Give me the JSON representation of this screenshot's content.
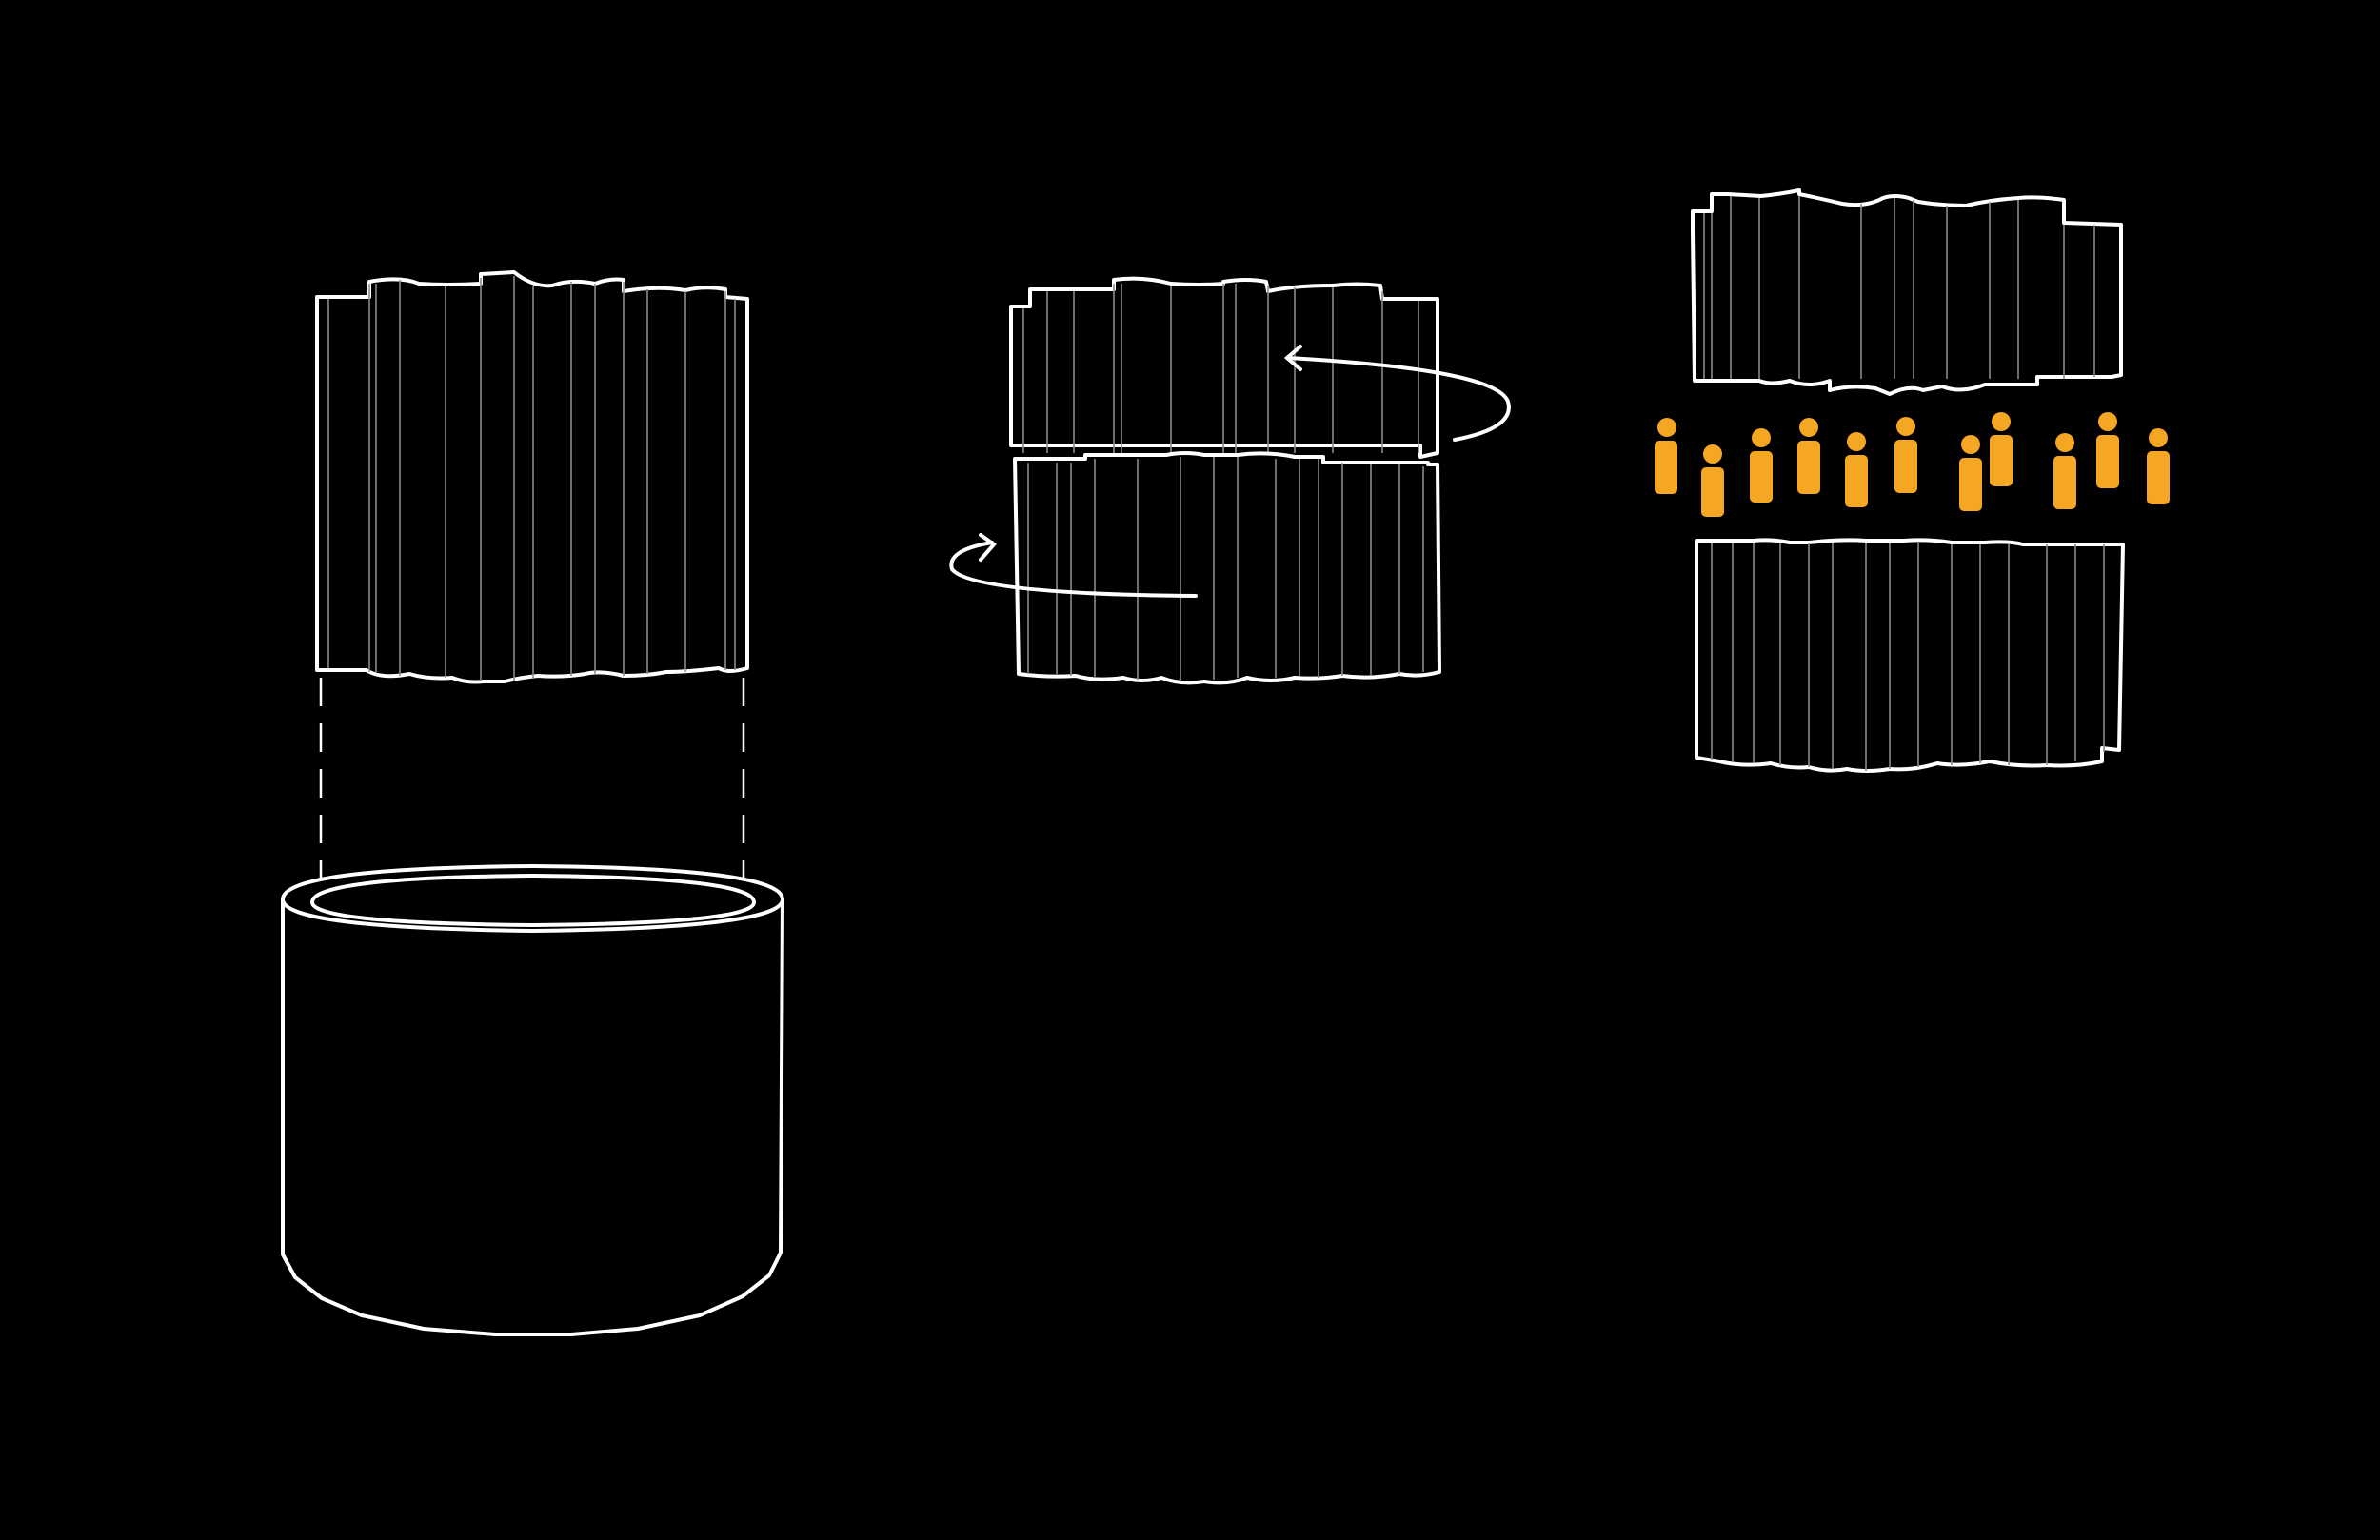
{
  "colors": {
    "background": "#000000",
    "outline": "#ffffff",
    "fold_lines": "#8a8a8a",
    "people": "#F5A623"
  },
  "diagram": {
    "steps": [
      {
        "id": "step-1",
        "icon": "curtain-and-cylinder"
      },
      {
        "id": "step-2",
        "icon": "counter-rotating-curtain-tiers"
      },
      {
        "id": "step-3",
        "icon": "tiers-separated-with-people-between"
      }
    ],
    "people_count": 11
  }
}
